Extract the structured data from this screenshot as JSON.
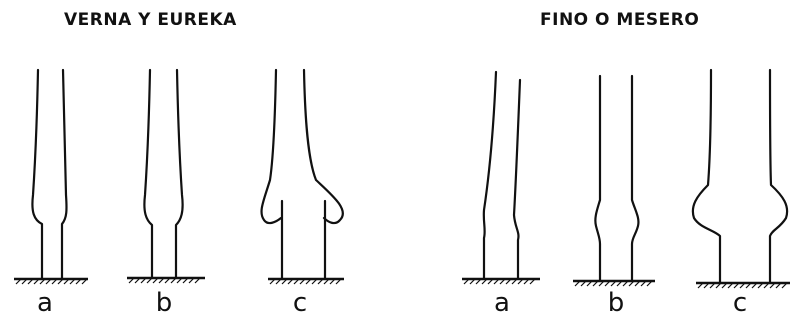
{
  "groups": [
    {
      "title": "VERNA Y EUREKA",
      "variants": [
        "a",
        "b",
        "c"
      ]
    },
    {
      "title": "FINO O MESERO",
      "variants": [
        "a",
        "b",
        "c"
      ]
    }
  ],
  "colors": {
    "ink": "#111111",
    "background": "#ffffff"
  }
}
